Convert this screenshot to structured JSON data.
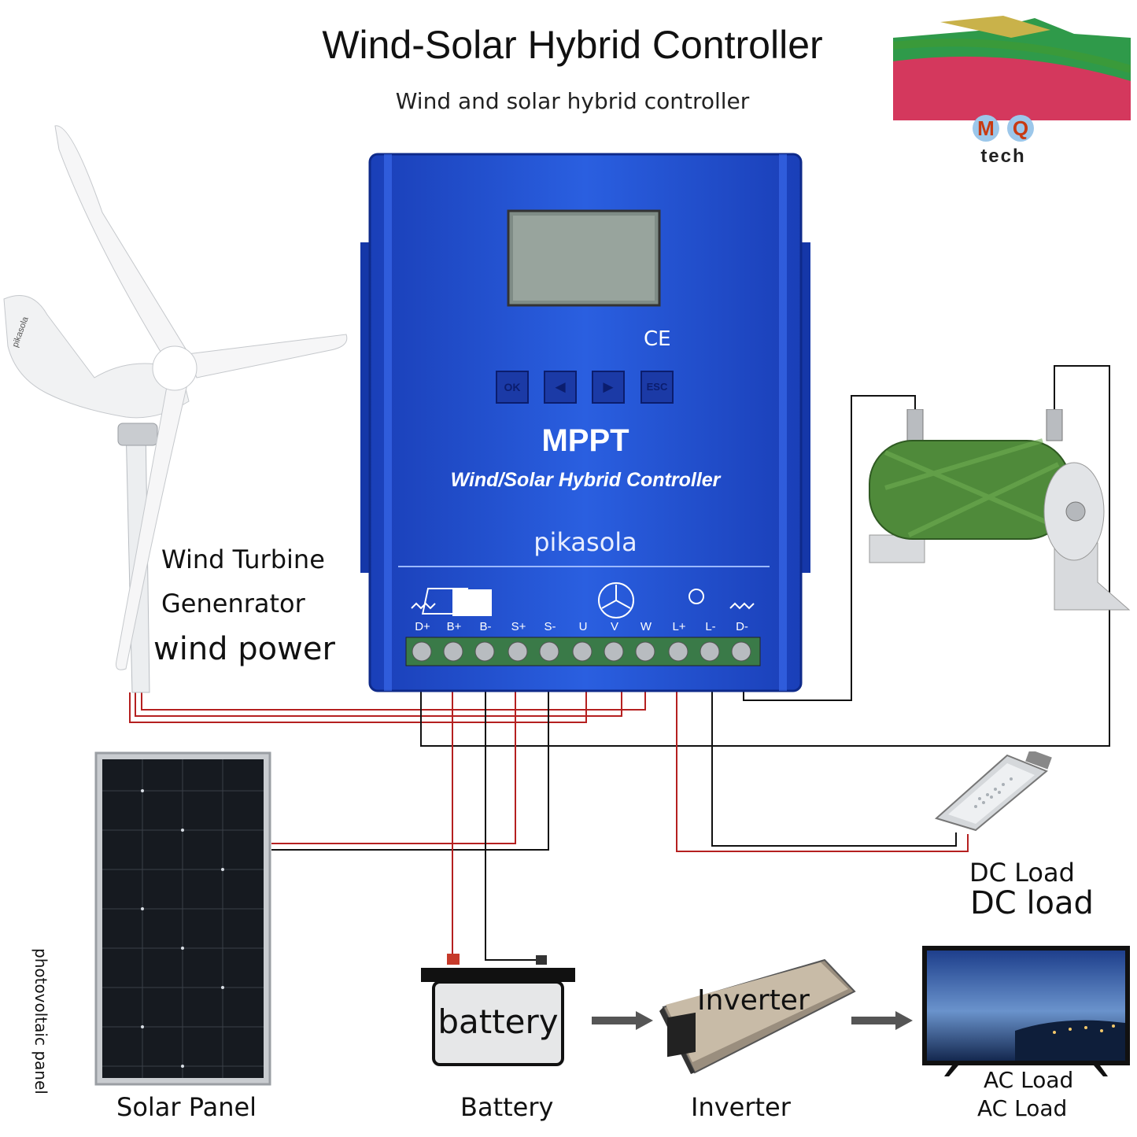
{
  "title": "Wind-Solar Hybrid Controller",
  "subtitle": "Wind and solar hybrid controller",
  "logo": {
    "letters": [
      "M",
      "Q"
    ],
    "text": "tech"
  },
  "controller": {
    "heading": "MPPT",
    "subheading": "Wind/Solar Hybrid Controller",
    "brand": "pikasola",
    "cert": "CE",
    "buttons": [
      "OK",
      "◄",
      "►",
      "ESC"
    ],
    "terminals": [
      "D+",
      "B+",
      "B-",
      "S+",
      "S-",
      "U",
      "V",
      "W",
      "L+",
      "L-",
      "D-"
    ]
  },
  "labels": {
    "wind_line1": "Wind Turbine",
    "wind_line2": "Genenrator",
    "wind_line3": "wind power",
    "dc_load_1": "DC Load",
    "dc_load_2": "DC load",
    "solar_panel": "Solar Panel",
    "photovoltaic": "photovoltaic panel",
    "battery_inner": "battery",
    "battery": "Battery",
    "inverter_inner": "Inverter",
    "inverter": "Inverter",
    "ac_load_1": "AC Load",
    "ac_load_2": "AC Load"
  },
  "colors": {
    "controller_blue": "#1f4fd6",
    "wire_red": "#b52020",
    "wire_black": "#111111",
    "resistor_green": "#4f8a3a"
  }
}
